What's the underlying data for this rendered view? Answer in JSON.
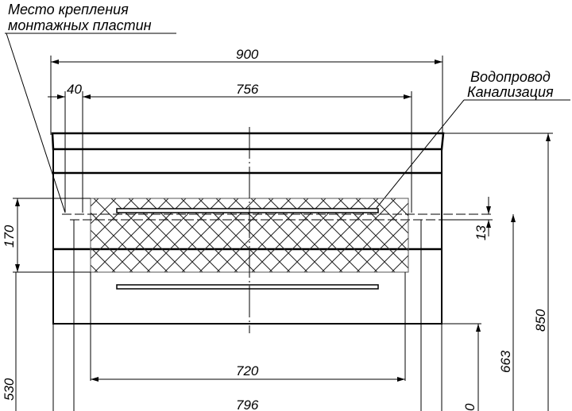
{
  "callouts": {
    "mounting_plates": {
      "line1": "Место крепления",
      "line2": "монтажных пластин"
    },
    "plumbing": {
      "line1": "Водопровод",
      "line2": "Канализация"
    }
  },
  "dimensions": {
    "total_width": "900",
    "plate_offset": "40",
    "plate_span": "756",
    "hatch_width": "720",
    "bottom_width": "796",
    "hatch_height": "170",
    "pipe_offset": "13",
    "height_530": "530",
    "height_663": "663",
    "total_height": "850",
    "partial_right": "0"
  },
  "colors": {
    "line": "#000000",
    "hatch": "#333333",
    "background": "#ffffff"
  }
}
